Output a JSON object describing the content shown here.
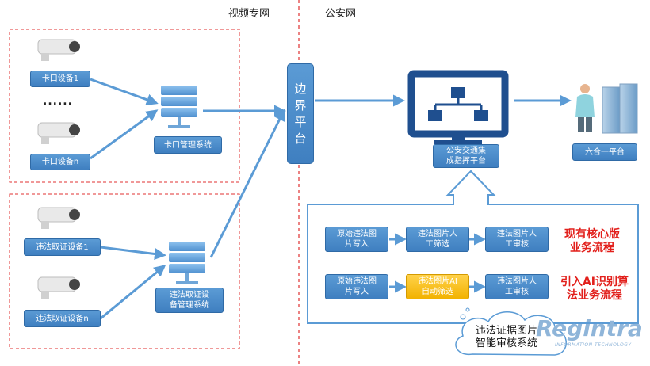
{
  "headers": {
    "left": "视频专网",
    "right": "公安网"
  },
  "devices": {
    "kakou1": "卡口设备1",
    "dots": "......",
    "kakoun": "卡口设备n",
    "weifa1": "违法取证设备1",
    "weifan": "违法取证设备n"
  },
  "servers": {
    "kakou_mgmt": "卡口管理系统",
    "weifa_mgmt": "违法取证设\n备管理系统"
  },
  "border_platform": "边\n界\n平\n台",
  "command_platform": "公安交通集\n成指挥平台",
  "liuhe_platform": "六合一平台",
  "flow_current": {
    "step1": "原始违法图\n片写入",
    "step2": "违法图片人\n工筛选",
    "step3": "违法图片人\n工审核",
    "label": "现有核心版\n业务流程"
  },
  "flow_ai": {
    "step1": "原始违法图\n片写入",
    "step2": "违法图片AI\n自动筛选",
    "step3": "违法图片人\n工审核",
    "label": "引入AI识别算\n法业务流程"
  },
  "cloud_text": "违法证据图片\n智能审核系统",
  "watermark": "Regintra",
  "watermark_sub": "INFORMATION TECHNOLOGY"
}
